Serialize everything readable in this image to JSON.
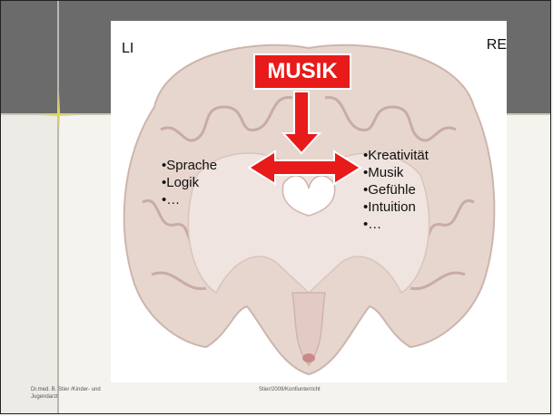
{
  "slide": {
    "left_label": "LI",
    "right_label": "RE",
    "title_box": "MUSIK",
    "left_list": [
      "•Sprache",
      "•Logik",
      "•…"
    ],
    "right_list": [
      "•Kreativität",
      "•Musik",
      "•Gefühle",
      "•Intuition",
      "•…"
    ]
  },
  "footer": {
    "author_line1": "Dr.med. B. Stier /Kinder- und",
    "author_line2": "Jugendarzt",
    "center": "Stier/2009/Konfiunterricht"
  },
  "colors": {
    "accent_red": "#e81a1a",
    "header_gray": "#6b6b6b",
    "cross_gold": "#e1d650"
  },
  "icons": [
    "down-arrow-icon",
    "double-arrow-icon"
  ]
}
